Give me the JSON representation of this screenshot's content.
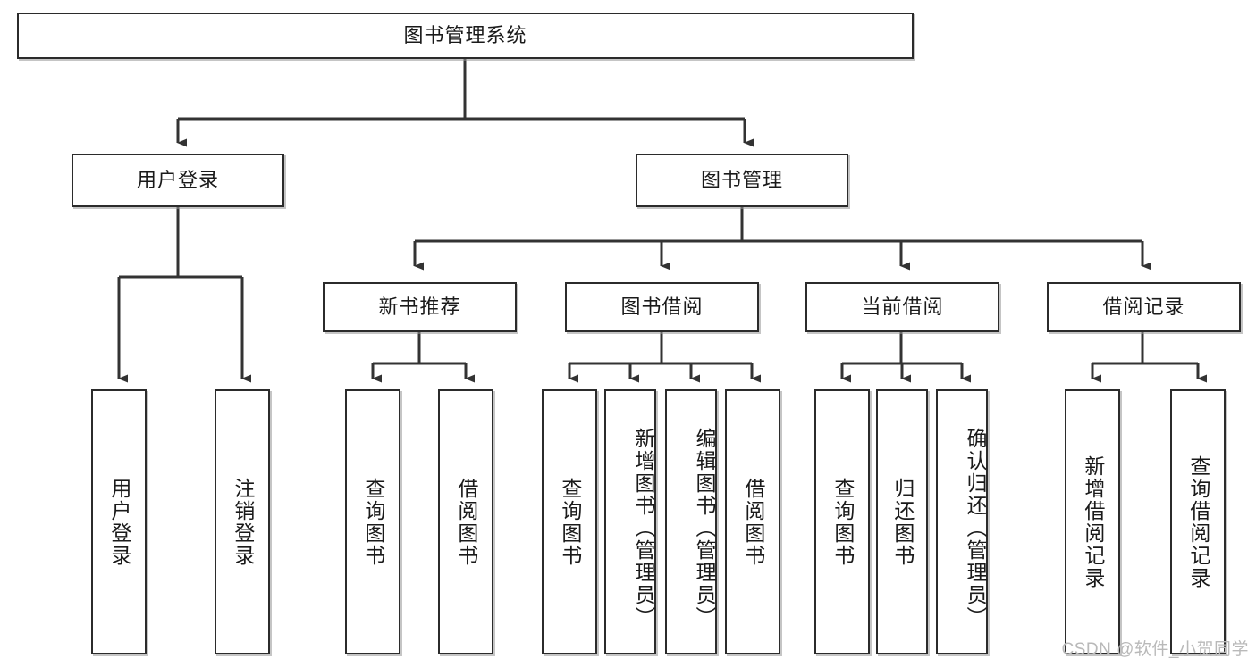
{
  "diagram": {
    "type": "tree",
    "title": "图书管理系统",
    "watermark": "CSDN @软件_小贺同学",
    "colors": {
      "box_border": "#2b2b2b",
      "box_fill": "#ffffff",
      "connector": "#333333",
      "text": "#1a1a1a",
      "watermark": "#b9b9b9"
    },
    "root": {
      "id": "root",
      "label": "图书管理系统",
      "level": 0,
      "orientation": "horizontal"
    },
    "level1": [
      {
        "id": "user-login",
        "label": "用户登录",
        "orientation": "horizontal"
      },
      {
        "id": "book-management",
        "label": "图书管理",
        "orientation": "horizontal"
      }
    ],
    "level2": [
      {
        "id": "new-book-recommend",
        "label": "新书推荐",
        "parent": "book-management",
        "orientation": "horizontal"
      },
      {
        "id": "book-borrow",
        "label": "图书借阅",
        "parent": "book-management",
        "orientation": "horizontal"
      },
      {
        "id": "current-borrow",
        "label": "当前借阅",
        "parent": "book-management",
        "orientation": "horizontal"
      },
      {
        "id": "borrow-record",
        "label": "借阅记录",
        "parent": "book-management",
        "orientation": "horizontal"
      }
    ],
    "leaves": [
      {
        "id": "leaf-user-login",
        "label": "用户登录",
        "parent": "user-login",
        "orientation": "vertical"
      },
      {
        "id": "leaf-user-logout",
        "label": "注销登录",
        "parent": "user-login",
        "orientation": "vertical"
      },
      {
        "id": "leaf-query-book-1",
        "label": "查询图书",
        "parent": "new-book-recommend",
        "orientation": "vertical"
      },
      {
        "id": "leaf-borrow-book-1",
        "label": "借阅图书",
        "parent": "new-book-recommend",
        "orientation": "vertical"
      },
      {
        "id": "leaf-query-book-2",
        "label": "查询图书",
        "parent": "book-borrow",
        "orientation": "vertical"
      },
      {
        "id": "leaf-add-book",
        "label": "新增图书（管理员）",
        "parent": "book-borrow",
        "orientation": "vertical"
      },
      {
        "id": "leaf-edit-book",
        "label": "编辑图书（管理员）",
        "parent": "book-borrow",
        "orientation": "vertical"
      },
      {
        "id": "leaf-borrow-book-2",
        "label": "借阅图书",
        "parent": "book-borrow",
        "orientation": "vertical"
      },
      {
        "id": "leaf-query-book-3",
        "label": "查询图书",
        "parent": "current-borrow",
        "orientation": "vertical"
      },
      {
        "id": "leaf-return-book",
        "label": "归还图书",
        "parent": "current-borrow",
        "orientation": "vertical"
      },
      {
        "id": "leaf-confirm-return",
        "label": "确认归还（管理员）",
        "parent": "current-borrow",
        "orientation": "vertical"
      },
      {
        "id": "leaf-add-record",
        "label": "新增借阅记录",
        "parent": "borrow-record",
        "orientation": "vertical"
      },
      {
        "id": "leaf-query-record",
        "label": "查询借阅记录",
        "parent": "borrow-record",
        "orientation": "vertical"
      }
    ]
  }
}
